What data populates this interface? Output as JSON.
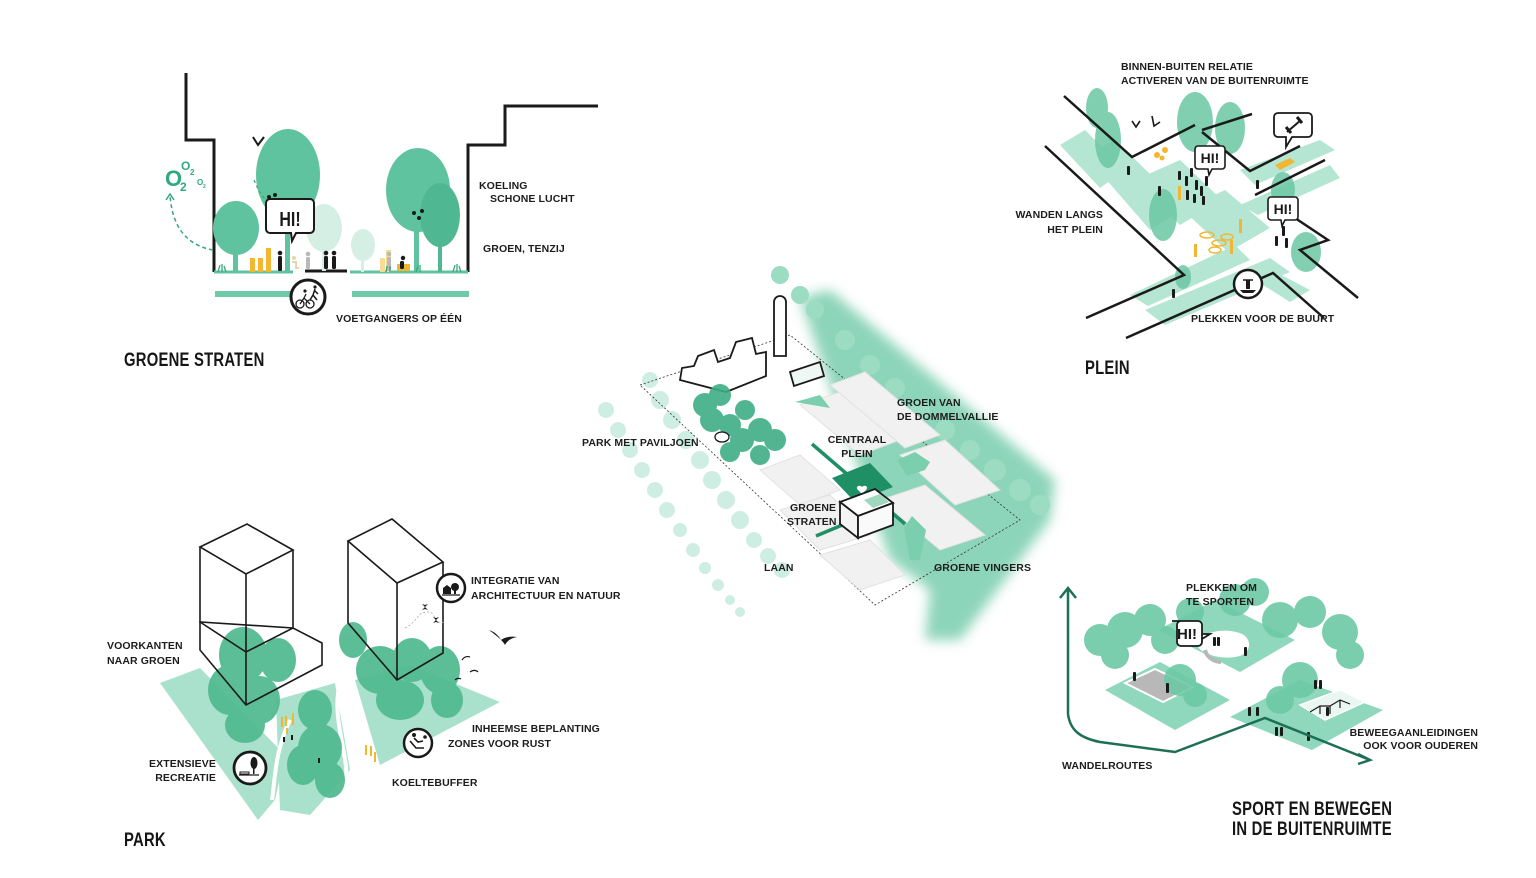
{
  "palette": {
    "green_light": "#cfeee3",
    "green_mid": "#8fd6bc",
    "green": "#5fc39f",
    "green_dark": "#3aa57e",
    "green_deep": "#1f7a5c",
    "yellow": "#f2b630",
    "ink": "#1a1a1a",
    "grey": "#b9b9b9"
  },
  "sections": {
    "groene_straten": {
      "title": "GROENE STRATEN",
      "labels": {
        "koeling": "KOELING",
        "schone_lucht": "SCHONE LUCHT",
        "groen_tenzij": "GROEN, TENZIJ",
        "voetgangers": "VOETGANGERS OP ÉÉN"
      },
      "o2": {
        "big": "O",
        "sub": "2"
      },
      "speech": "HI!"
    },
    "plein": {
      "title": "PLEIN",
      "labels": {
        "binnen_buiten": "BINNEN-BUITEN RELATIE",
        "activeren": "ACTIVEREN VAN DE BUITENRUIMTE",
        "wanden_1": "WANDEN LANGS",
        "wanden_2": "HET PLEIN",
        "plekken_buurt": "PLEKKEN VOOR DE BUURT"
      },
      "speech_1": "HI!",
      "speech_2": "HI!"
    },
    "masterplan": {
      "labels": {
        "park_paviljoen": "PARK MET PAVILJOEN",
        "groen_dommel_1": "GROEN VAN",
        "groen_dommel_2": "DE DOMMELVALLIE",
        "centraal_1": "CENTRAAL",
        "centraal_2": "PLEIN",
        "groene_straten_1": "GROENE",
        "groene_straten_2": "STRATEN",
        "laan": "LAAN",
        "groene_vingers": "GROENE VINGERS"
      }
    },
    "park": {
      "title": "PARK",
      "labels": {
        "voorkanten_1": "VOORKANTEN",
        "voorkanten_2": "NAAR GROEN",
        "integratie_1": "INTEGRATIE VAN",
        "integratie_2": "ARCHITECTUUR EN NATUUR",
        "inheemse": "INHEEMSE BEPLANTING",
        "zones_rust": "ZONES VOOR RUST",
        "extensieve_1": "EXTENSIEVE",
        "extensieve_2": "RECREATIE",
        "koeltebuffer": "KOELTEBUFFER"
      }
    },
    "sport": {
      "title_1": "SPORT EN BEWEGEN",
      "title_2": "IN DE BUITENRUIMTE",
      "labels": {
        "plekken_sport_1": "PLEKKEN OM",
        "plekken_sport_2": "TE SPORTEN",
        "wandelroutes": "WANDELROUTES",
        "beweeg_1": "BEWEEGAANLEIDINGEN",
        "beweeg_2": "OOK VOOR OUDEREN"
      },
      "speech": "HI!"
    }
  }
}
